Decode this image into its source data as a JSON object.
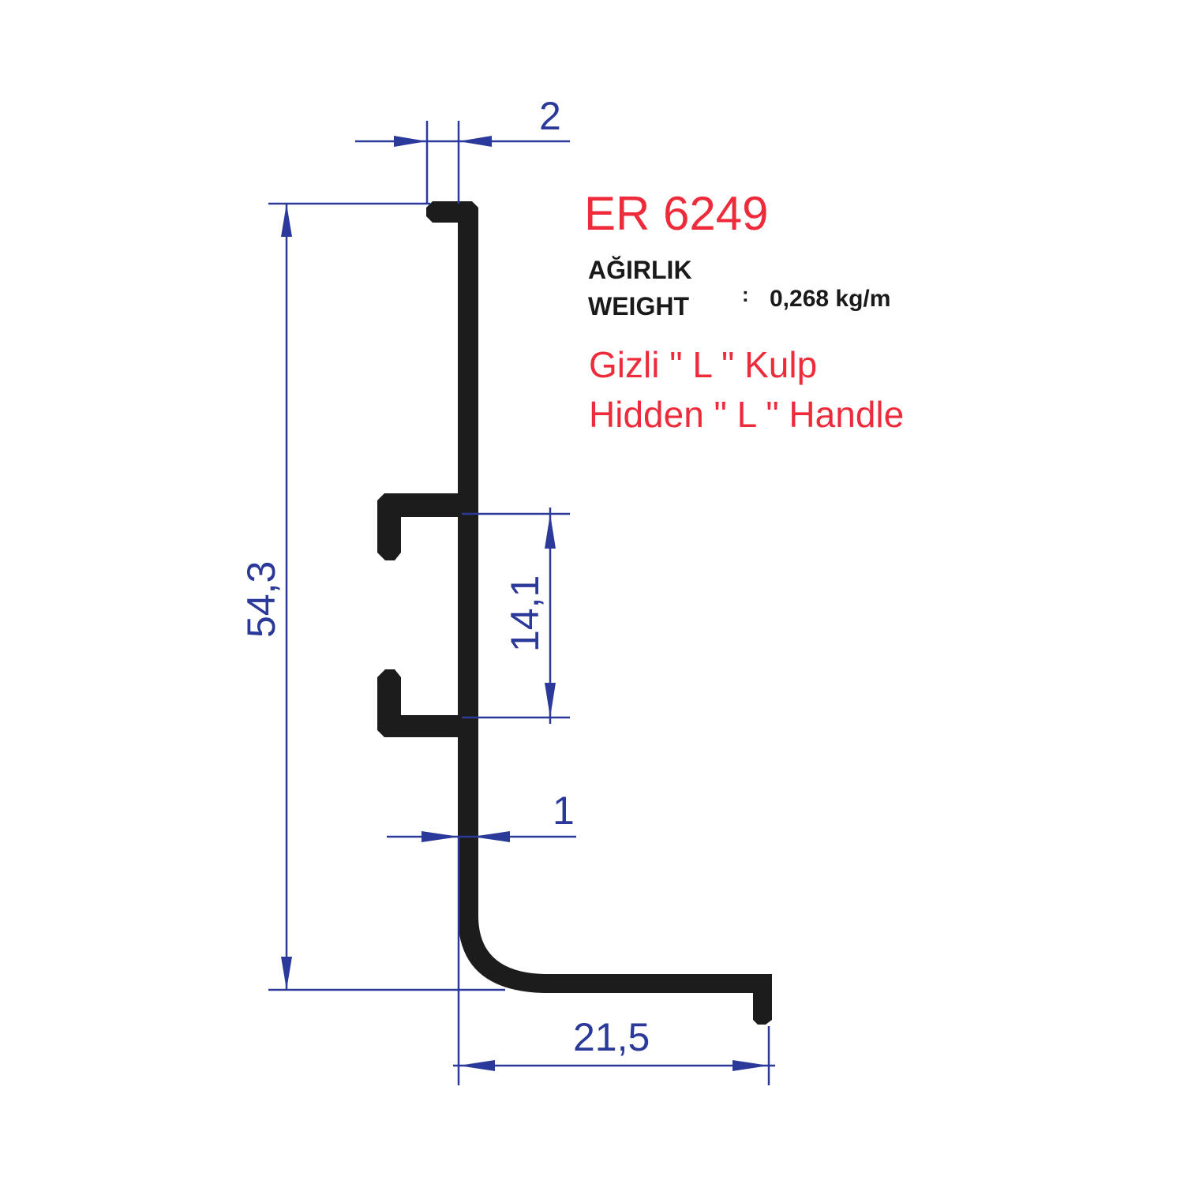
{
  "product": {
    "code": "ER 6249",
    "weight_label_tr": "AĞIRLIK",
    "weight_label_en": "WEIGHT",
    "weight_separator": ":",
    "weight_value": "0,268 kg/m",
    "name_tr": "Gizli \" L \" Kulp",
    "name_en": "Hidden \" L \" Handle"
  },
  "dimensions": {
    "top_thickness": "2",
    "total_height": "54,3",
    "channel_gap": "14,1",
    "wall_thickness": "1",
    "base_width": "21,5"
  },
  "colors": {
    "title": "#ee2b3b",
    "dimension": "#2b3a9a",
    "profile": "#1c1c1c"
  }
}
